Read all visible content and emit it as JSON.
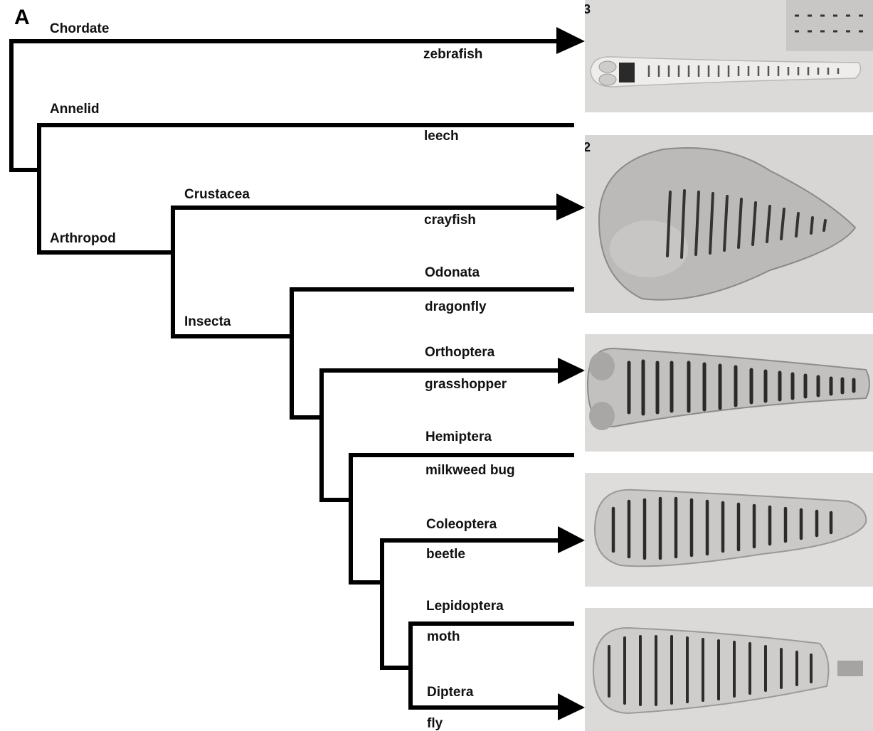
{
  "panel_letter": "A",
  "groups": {
    "chordate": "Chordate",
    "annelid": "Annelid",
    "arthropod": "Arthropod",
    "crustacea": "Crustacea",
    "insecta": "Insecta",
    "odonata": "Odonata",
    "orthoptera": "Orthoptera",
    "hemiptera": "Hemiptera",
    "coleoptera": "Coleoptera",
    "lepidoptera": "Lepidoptera",
    "diptera": "Diptera"
  },
  "species": {
    "zebrafish": "zebrafish",
    "leech": "leech",
    "crayfish": "crayfish",
    "dragonfly": "dragonfly",
    "grasshopper": "grasshopper",
    "milkweed_bug": "milkweed bug",
    "beetle": "beetle",
    "moth": "moth",
    "fly": "fly"
  },
  "photo_labels": {
    "zebrafish": "3",
    "crayfish": "2"
  },
  "colors": {
    "line": "#000000",
    "photo_background": "#dad8d6",
    "stain": "#2f2f2f"
  }
}
